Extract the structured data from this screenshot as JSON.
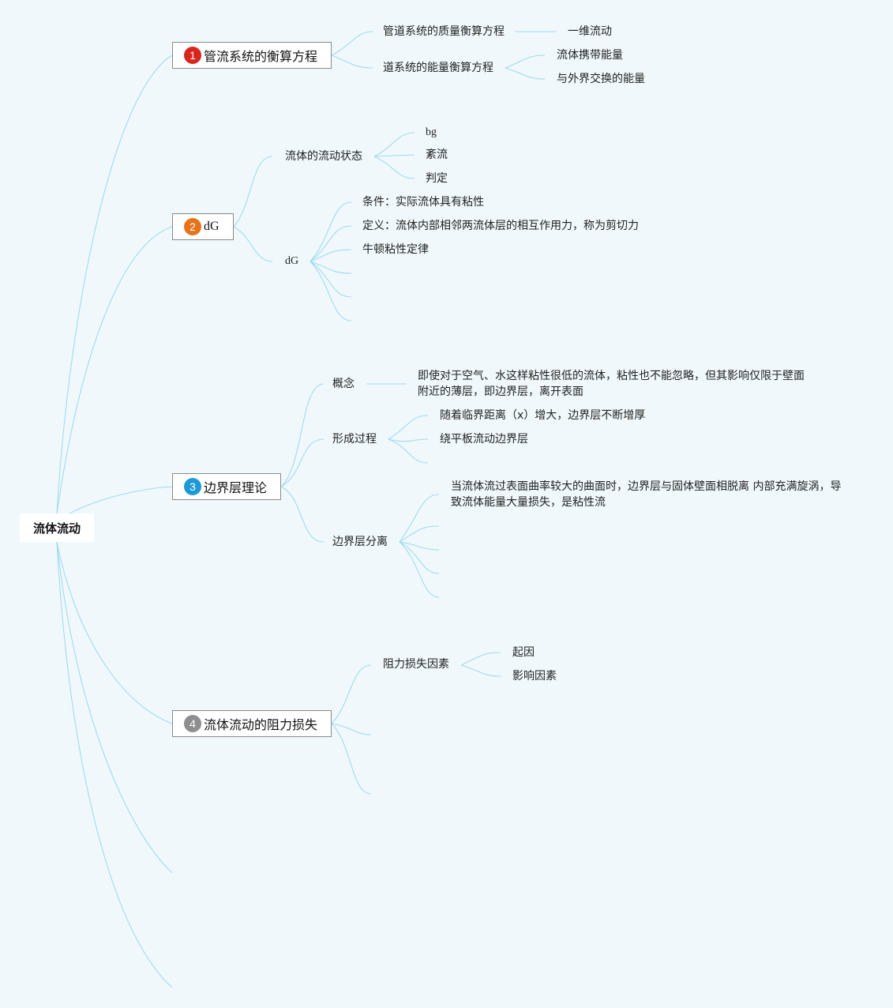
{
  "root": {
    "label": "流体流动"
  },
  "colors": {
    "line": "#9fdcef",
    "badge1": "#d8261c",
    "badge2": "#e6731c",
    "badge3": "#1d9ad6",
    "badge4": "#8e8e8e",
    "background": "#f0f8fb"
  },
  "topics": [
    {
      "num": "1",
      "label": "管流系统的衡算方程",
      "children": [
        {
          "label": "管道系统的质量衡算方程",
          "children": [
            {
              "label": "一维流动"
            }
          ]
        },
        {
          "label": "道系统的能量衡算方程",
          "children": [
            {
              "label": "流体携带能量"
            },
            {
              "label": "与外界交换的能量"
            }
          ]
        }
      ]
    },
    {
      "num": "2",
      "label": "dG",
      "children": [
        {
          "label": "流体的流动状态",
          "children": [
            {
              "label": "bg"
            },
            {
              "label": "紊流"
            },
            {
              "label": "判定"
            }
          ]
        },
        {
          "label": "dG",
          "children": [
            {
              "label": "条件：实际流体具有粘性"
            },
            {
              "label": "定义：流体内部相邻两流体层的相互作用力，称为剪切力"
            },
            {
              "label": "牛顿粘性定律"
            }
          ]
        }
      ]
    },
    {
      "num": "3",
      "label": "边界层理论",
      "children": [
        {
          "label": "概念",
          "children": [
            {
              "label": "即使对于空气、水这样粘性很低的流体，粘性也不能忽略，但其影响仅限于壁面附近的薄层，即边界层，离开表面"
            }
          ]
        },
        {
          "label": "形成过程",
          "children": [
            {
              "label": "随着临界距离（x）增大，边界层不断增厚"
            },
            {
              "label": "绕平板流动边界层"
            }
          ]
        },
        {
          "label": "边界层分离",
          "children": [
            {
              "label": "当流体流过表面曲率较大的曲面时，边界层与固体壁面相脱离 内部充满旋涡，导致流体能量大量损失，是粘性流"
            }
          ]
        }
      ]
    },
    {
      "num": "4",
      "label": "流体流动的阻力损失",
      "children": [
        {
          "label": "阻力损失因素",
          "children": [
            {
              "label": "起因"
            },
            {
              "label": "影响因素"
            }
          ]
        }
      ]
    }
  ]
}
